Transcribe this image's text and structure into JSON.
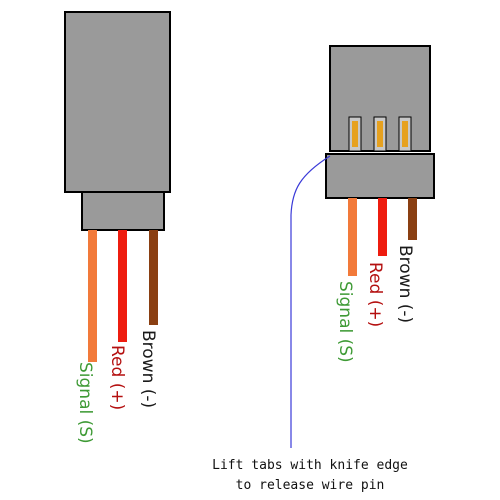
{
  "connectors": {
    "left": {
      "wires": [
        {
          "label": "Signal (S)",
          "color": "#f27a3a",
          "label_color": "#3e9a35"
        },
        {
          "label": "Red (+)",
          "color": "#ee1c0f",
          "label_color": "#b40f0f"
        },
        {
          "label": "Brown (-)",
          "color": "#8a3f12",
          "label_color": "#1a1a1a"
        }
      ]
    },
    "right": {
      "wires": [
        {
          "label": "Signal (S)",
          "color": "#f27a3a",
          "label_color": "#3e9a35"
        },
        {
          "label": "Red (+)",
          "color": "#ee1c0f",
          "label_color": "#b40f0f"
        },
        {
          "label": "Brown (-)",
          "color": "#8a3f12",
          "label_color": "#1a1a1a"
        }
      ],
      "pin_color": "#e6a11f"
    }
  },
  "annotation": {
    "line1": "Lift tabs with knife edge",
    "line2": "to release wire pin",
    "leader_color": "#3a3ad8"
  },
  "colors": {
    "housing": "#9a9a9a",
    "outline": "#000000",
    "background": "#ffffff"
  }
}
